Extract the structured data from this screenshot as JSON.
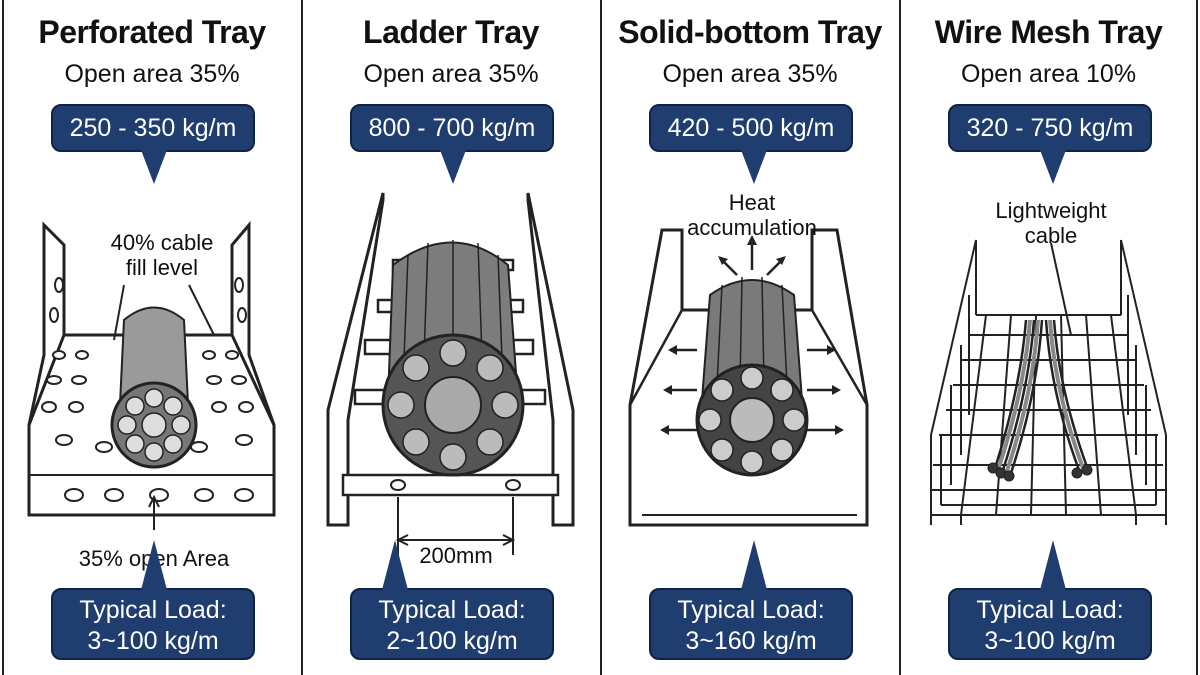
{
  "panels": [
    {
      "title": "Perforated Tray",
      "open_area": "Open area 35%",
      "load_range": "250 - 350 kg/m",
      "typical_load_label": "Typical Load:",
      "typical_load_value": "3~100 kg/m",
      "annotations": [
        "40% cable",
        "fill level",
        "35% open Area"
      ]
    },
    {
      "title": "Ladder Tray",
      "open_area": "Open area 35%",
      "load_range": "800 - 700 kg/m",
      "typical_load_label": "Typical Load:",
      "typical_load_value": "2~100 kg/m",
      "annotations": [
        "200mm"
      ]
    },
    {
      "title": "Solid-bottom Tray",
      "open_area": "Open area 35%",
      "load_range": "420 - 500 kg/m",
      "typical_load_label": "Typical Load:",
      "typical_load_value": "3~160 kg/m",
      "annotations": [
        "Heat",
        "accumulation"
      ]
    },
    {
      "title": "Wire Mesh Tray",
      "open_area": "Open area 10%",
      "load_range": "320 - 750 kg/m",
      "typical_load_label": "Typical Load:",
      "typical_load_value": "3~100 kg/m",
      "annotations": [
        "Lightweight",
        "cable"
      ]
    }
  ],
  "colors": {
    "pill": "#1f3d6e",
    "outline": "#222222",
    "cable": "#555555"
  }
}
